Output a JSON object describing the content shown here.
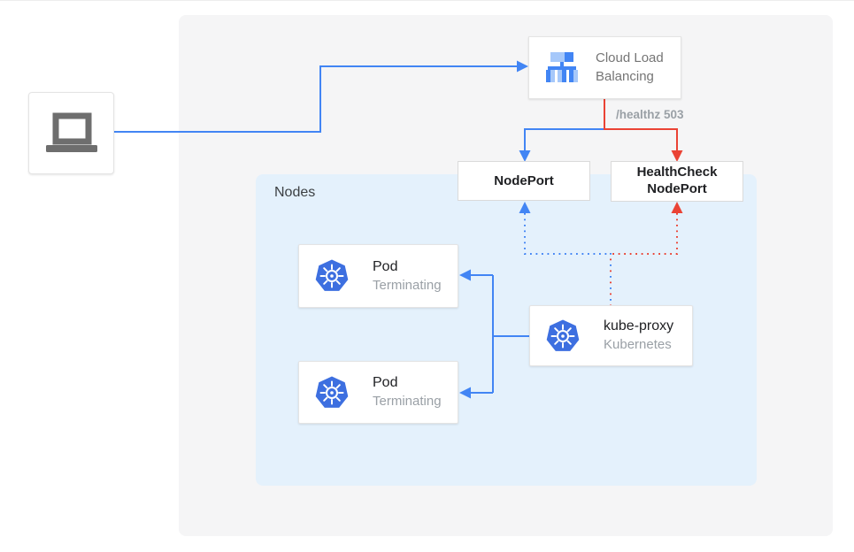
{
  "colors": {
    "blue": "#4285F4",
    "red": "#EA4335",
    "panel_gray": "#F5F5F6",
    "nodes_panel_blue": "#E4F1FC",
    "kubernetes_blue": "#3D6FE0",
    "icon_gray": "#6E6E6E",
    "text_dark": "#202124",
    "text_gray": "#9AA0A6"
  },
  "icons": {
    "client": "laptop-icon",
    "load_balancer": "cloud-load-balancing-icon",
    "pod": "kubernetes-icon",
    "kube_proxy": "kubernetes-icon"
  },
  "load_balancer": {
    "label": "Cloud Load Balancing"
  },
  "edge_labels": {
    "healthz": "/healthz 503"
  },
  "nodeport": {
    "label": "NodePort"
  },
  "healthcheck_nodeport": {
    "label": "HealthCheck NodePort"
  },
  "nodes_group": {
    "label": "Nodes"
  },
  "pods": [
    {
      "title": "Pod",
      "status": "Terminating"
    },
    {
      "title": "Pod",
      "status": "Terminating"
    }
  ],
  "kube_proxy": {
    "title": "kube-proxy",
    "subtitle": "Kubernetes"
  }
}
